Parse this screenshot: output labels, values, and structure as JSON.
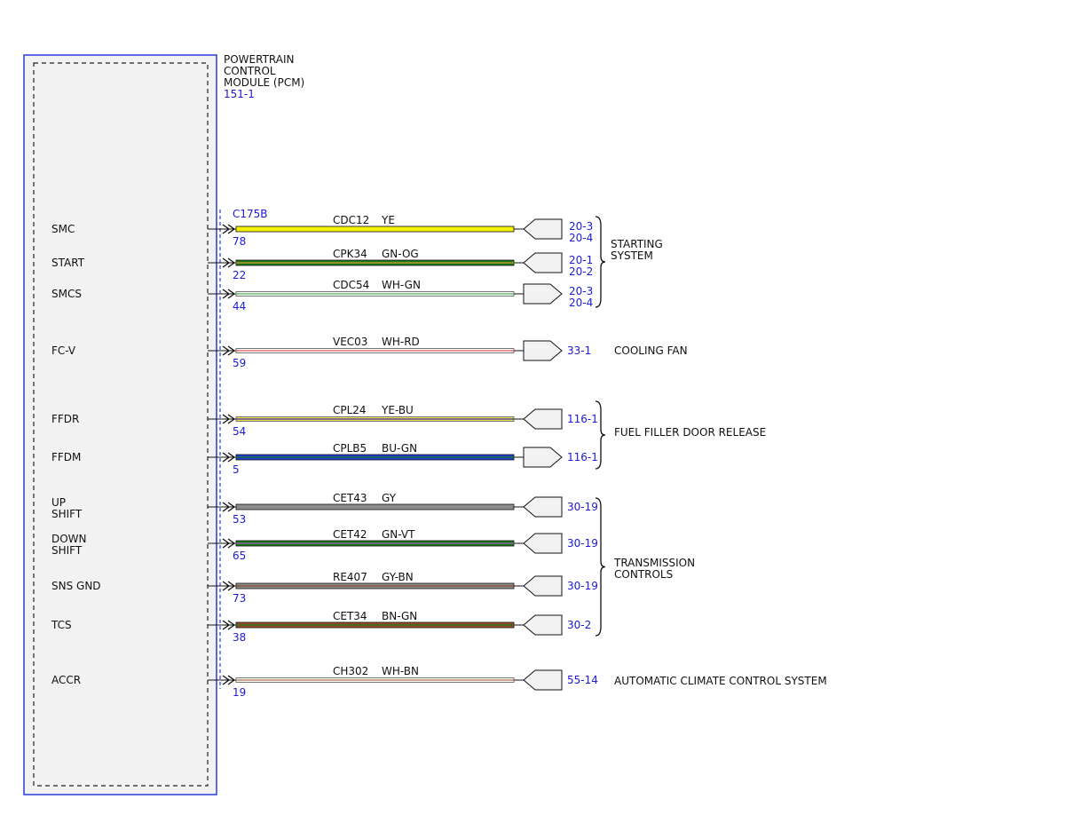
{
  "colors": {
    "module_border": "#2b3bd8",
    "module_fill": "#f2f2f2",
    "ref_text": "#1a1ad6",
    "line": "#111111",
    "connector_fill": "#f2f2f2"
  },
  "module": {
    "title_lines": [
      "POWERTRAIN",
      "CONTROL",
      "MODULE (PCM)"
    ],
    "ref": "151-1",
    "connector": "C175B"
  },
  "wires": [
    {
      "signal": [
        "SMC"
      ],
      "pin": "78",
      "circuit": "CDC12",
      "color_code": "YE",
      "style": "solid",
      "fill": "#f4f000",
      "stripe": null,
      "dest": "in",
      "refs": [
        "20-3",
        "20-4"
      ]
    },
    {
      "signal": [
        "START"
      ],
      "pin": "22",
      "circuit": "CPK34",
      "color_code": "GN-OG",
      "style": "solid",
      "fill": "#1c7a1c",
      "stripe": "#d99a2b",
      "dest": "in",
      "refs": [
        "20-1",
        "20-2"
      ]
    },
    {
      "signal": [
        "SMCS"
      ],
      "pin": "44",
      "circuit": "CDC54",
      "color_code": "WH-GN",
      "style": "hollow",
      "fill": "#ffffff",
      "stripe": "#4caf50",
      "dest": "out",
      "refs": [
        "20-3",
        "20-4"
      ]
    },
    {
      "signal": [
        "FC-V"
      ],
      "pin": "59",
      "circuit": "VEC03",
      "color_code": "WH-RD",
      "style": "hollow",
      "fill": "#ffffff",
      "stripe": "#e05050",
      "dest": "out",
      "refs": [
        "33-1"
      ]
    },
    {
      "signal": [
        "FFDR"
      ],
      "pin": "54",
      "circuit": "CPL24",
      "color_code": "YE-BU",
      "style": "hollow",
      "fill": "#f4e64a",
      "stripe": "#2a2ab0",
      "dest": "in",
      "refs": [
        "116-1"
      ]
    },
    {
      "signal": [
        "FFDM"
      ],
      "pin": "5",
      "circuit": "CPLB5",
      "color_code": "BU-GN",
      "style": "solid",
      "fill": "#1f3bd6",
      "stripe": "#1c7a1c",
      "dest": "out",
      "refs": [
        "116-1"
      ]
    },
    {
      "signal": [
        "UP",
        "SHIFT"
      ],
      "pin": "53",
      "circuit": "CET43",
      "color_code": "GY",
      "style": "solid",
      "fill": "#8c8c8c",
      "stripe": null,
      "dest": "in",
      "refs": [
        "30-19"
      ]
    },
    {
      "signal": [
        "DOWN",
        "SHIFT"
      ],
      "pin": "65",
      "circuit": "CET42",
      "color_code": "GN-VT",
      "style": "solid",
      "fill": "#1c7a1c",
      "stripe": "#9b59b6",
      "dest": "in",
      "refs": [
        "30-19"
      ]
    },
    {
      "signal": [
        "SNS GND"
      ],
      "pin": "73",
      "circuit": "RE407",
      "color_code": "GY-BN",
      "style": "solid",
      "fill": "#8c8c8c",
      "stripe": "#8b4a2b",
      "dest": "in",
      "refs": [
        "30-19"
      ]
    },
    {
      "signal": [
        "TCS"
      ],
      "pin": "38",
      "circuit": "CET34",
      "color_code": "BN-GN",
      "style": "solid",
      "fill": "#9a4a2a",
      "stripe": "#1c7a1c",
      "dest": "in",
      "refs": [
        "30-2"
      ]
    },
    {
      "signal": [
        "ACCR"
      ],
      "pin": "19",
      "circuit": "CH302",
      "color_code": "WH-BN",
      "style": "hollow",
      "fill": "#ffffff",
      "stripe": "#b06b48",
      "dest": "in",
      "refs": [
        "55-14"
      ]
    }
  ],
  "groups": [
    {
      "label": [
        "STARTING",
        "SYSTEM"
      ],
      "brace": true
    },
    {
      "label": [
        "COOLING FAN"
      ],
      "brace": false
    },
    {
      "label": [
        "FUEL FILLER DOOR RELEASE"
      ],
      "brace": true
    },
    {
      "label": [
        "TRANSMISSION",
        "CONTROLS"
      ],
      "brace": true
    },
    {
      "label": [
        "AUTOMATIC CLIMATE CONTROL SYSTEM"
      ],
      "brace": false
    }
  ]
}
